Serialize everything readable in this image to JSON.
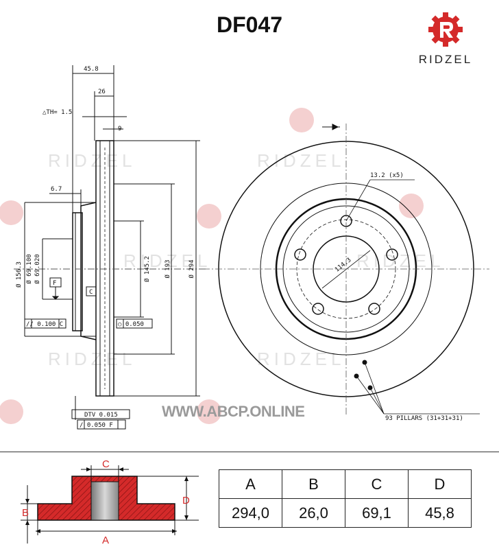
{
  "header": {
    "part_number": "DF047"
  },
  "brand": {
    "name": "RIDZEL",
    "accent_color": "#d42a2a",
    "watermark_text": "RIDZEL"
  },
  "drawing": {
    "dim_thickness_total": "45.8",
    "dim_disc_thickness": "26",
    "dim_th": "△TH= 1.5",
    "dim_9": "9",
    "dim_6_7": "6.7",
    "dim_156_3": "Ø 156.3",
    "dim_69_100": "Ø 69.100",
    "dim_69_020": "Ø 69.020",
    "dim_145_2": "Ø 145.2",
    "dim_193": "Ø 193",
    "dim_294": "Ø 294",
    "datum_f": "F",
    "datum_c": "C",
    "tol_1": "// 0.100 C",
    "tol_2": "○ 0.050",
    "dtv": "DTV 0.015",
    "tol_3": "/ 0.050 F",
    "hole_spec": "13.2 (x5)",
    "pcd": "114.3",
    "pillars": "93 PILLARS (31+31+31)"
  },
  "website": "WWW.ABCP.ONLINE",
  "legend": {
    "label_a": "A",
    "label_b": "B",
    "label_c": "C",
    "label_d": "D"
  },
  "specs": {
    "headers": [
      "A",
      "B",
      "C",
      "D"
    ],
    "values": [
      "294,0",
      "26,0",
      "69,1",
      "45,8"
    ]
  }
}
